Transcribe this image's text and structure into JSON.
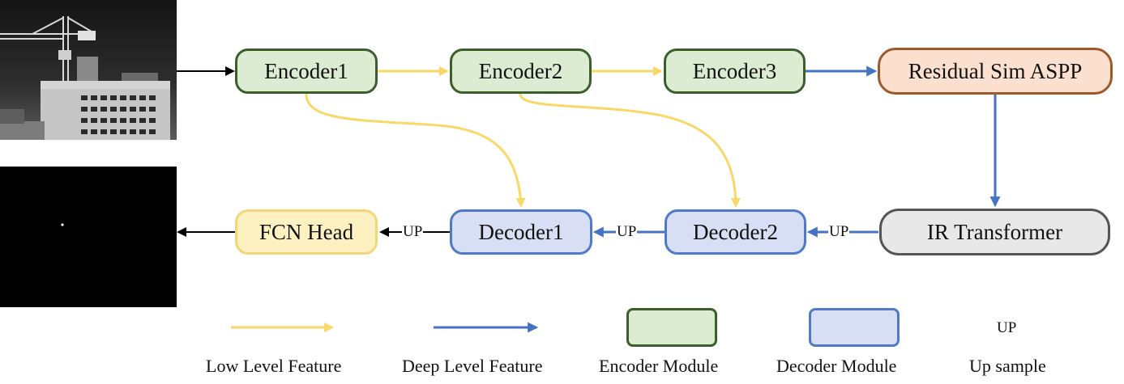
{
  "nodes": {
    "encoder1": "Encoder1",
    "encoder2": "Encoder2",
    "encoder3": "Encoder3",
    "aspp": "Residual Sim ASPP",
    "transformer": "IR Transformer",
    "decoder2": "Decoder2",
    "decoder1": "Decoder1",
    "fcn_head": "FCN Head"
  },
  "up_labels": [
    "UP",
    "UP",
    "UP"
  ],
  "legend": {
    "low_level": "Low Level Feature",
    "deep_level": "Deep Level Feature",
    "encoder_module": "Encoder Module",
    "decoder_module": "Decoder Module",
    "up_symbol": "UP",
    "up_sample": "Up sample"
  },
  "colors": {
    "low_level_arrow": "#f9d86a",
    "deep_level_arrow": "#4472c4",
    "encoder_fill": "#dcecd3",
    "decoder_fill": "#d8dff4"
  },
  "images": {
    "input": "infrared-building-crane-image",
    "output": "segmentation-mask-image"
  }
}
